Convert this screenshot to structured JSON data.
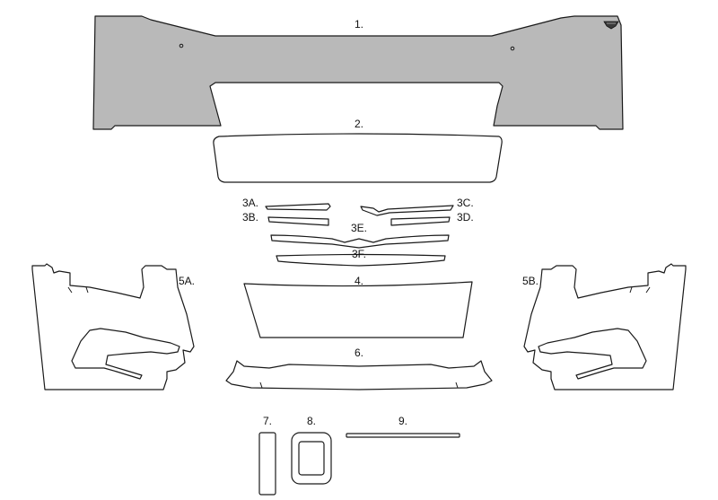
{
  "colors": {
    "fill": "#b9b9b9",
    "stroke": "#1a1a1a",
    "background": "#ffffff"
  },
  "labels": {
    "p1": "1.",
    "p2": "2.",
    "p3a": "3A.",
    "p3b": "3B.",
    "p3c": "3C.",
    "p3d": "3D.",
    "p3e": "3E.",
    "p3f": "3F.",
    "p4": "4.",
    "p5a": "5A.",
    "p5b": "5B.",
    "p6": "6.",
    "p7": "7.",
    "p8": "8.",
    "p9": "9."
  },
  "icons": {
    "logo": "brand-logo-icon"
  }
}
